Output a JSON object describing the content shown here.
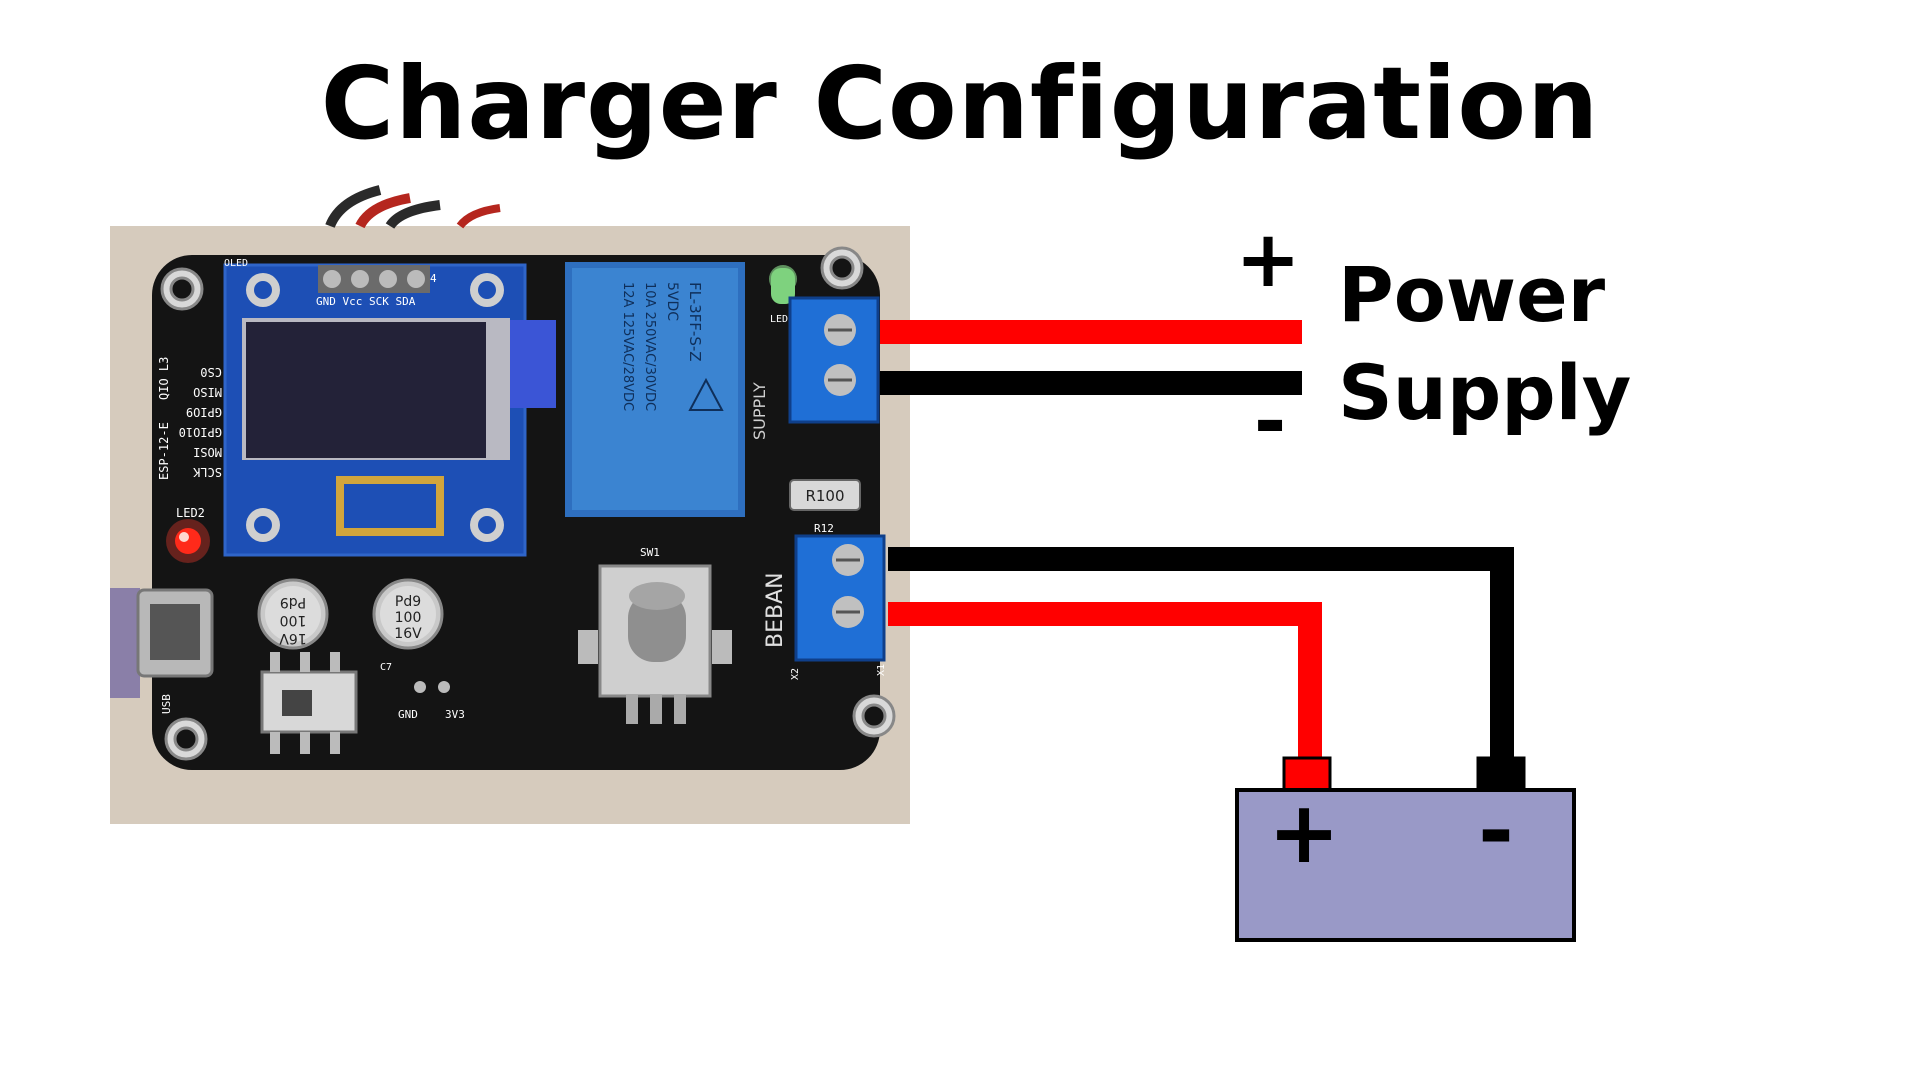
{
  "title": "Charger Configuration",
  "power_supply": {
    "label_line1": "Power",
    "label_line2": "Supply",
    "positive_symbol": "+",
    "negative_symbol": "-"
  },
  "battery": {
    "positive_symbol": "+",
    "negative_symbol": "-"
  },
  "board": {
    "display_header_labels": "GND Vcc SCK SDA",
    "display_ref": "OLED",
    "header_pin_number": "4",
    "esp_labels": [
      "CS0",
      "MISO",
      "GPIO9",
      "GPIO10",
      "MOSI",
      "SCLK"
    ],
    "esp_side_label": "ESP-12-E",
    "esp_side_label2": "QIO L3",
    "led2_label": "LED2",
    "led1_label": "LED",
    "relay_text": [
      "FL-3FF-S-Z",
      "5VDC",
      "10A 250VAC/30VDC",
      "12A 125VAC/28VDC"
    ],
    "supply_label": "SUPPLY",
    "resistor_label": "R100",
    "r12_label": "R12",
    "beban_label": "BEBAN",
    "switch_label": "SW1",
    "cap1_text": [
      "16V",
      "100",
      "Pd9"
    ],
    "cap2_text": [
      "Pd9",
      "100",
      "16V"
    ],
    "cap_c7": "C7",
    "gnd_label": "GND",
    "v33_label": "3V3",
    "usb_label": "USB",
    "x1_label": "X1",
    "x2_label": "X2"
  },
  "colors": {
    "wire_positive": "#ff0000",
    "wire_negative": "#000000",
    "battery_body": "#9999c7",
    "pcb": "#141414",
    "terminal_blue": "#1f6fd6",
    "relay_blue": "#3b84d1"
  }
}
